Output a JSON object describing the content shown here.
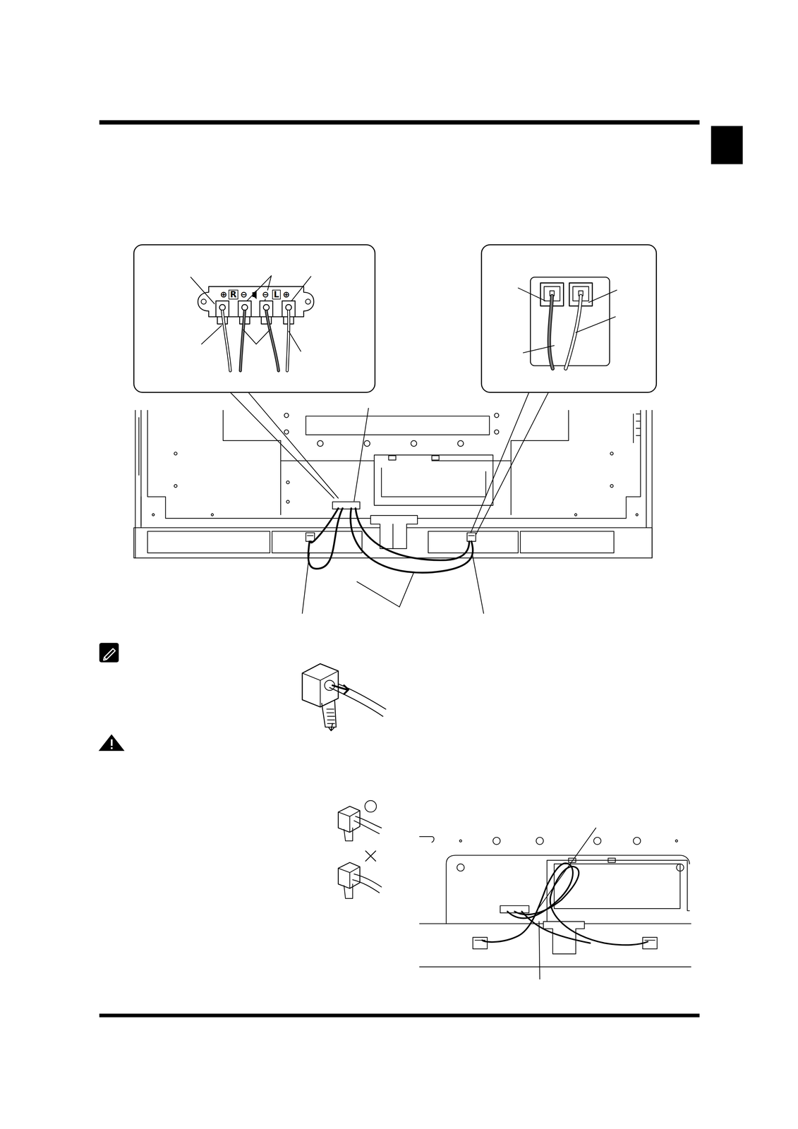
{
  "diagram": {
    "labels": [
      "⊕",
      "R",
      "⊖",
      "⊖",
      "L",
      "⊕"
    ]
  }
}
